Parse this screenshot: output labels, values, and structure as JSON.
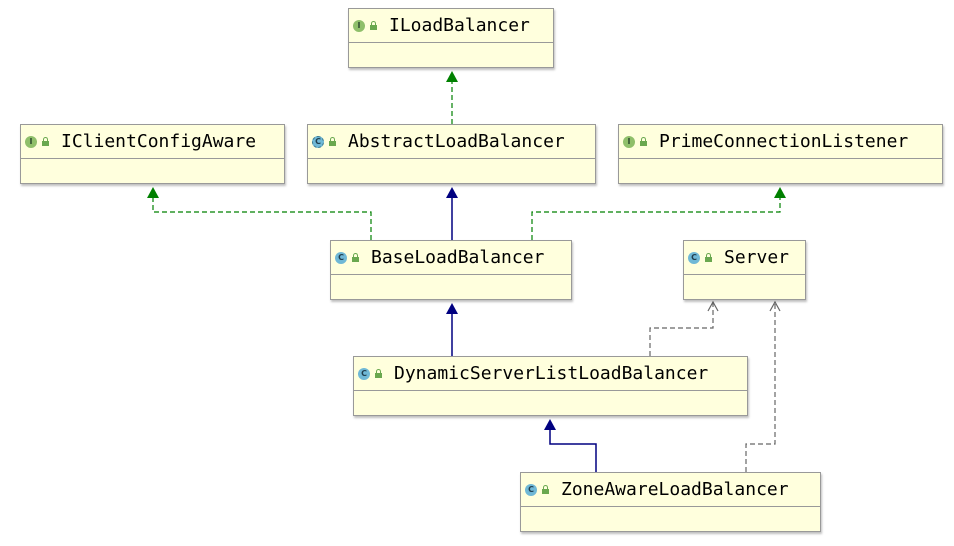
{
  "diagram": {
    "colors": {
      "extends": "#000080",
      "implements": "#008000",
      "dependency": "#666666",
      "node_fill": "#ffffdd"
    },
    "nodes": [
      {
        "id": "ILoadBalancer",
        "label": "ILoadBalancer",
        "kind": "interface",
        "kind_letter": "I"
      },
      {
        "id": "IClientConfigAware",
        "label": "IClientConfigAware",
        "kind": "interface",
        "kind_letter": "I"
      },
      {
        "id": "AbstractLoadBalancer",
        "label": "AbstractLoadBalancer",
        "kind": "abstract",
        "kind_letter": "C"
      },
      {
        "id": "PrimeConnectionListener",
        "label": "PrimeConnectionListener",
        "kind": "interface",
        "kind_letter": "I"
      },
      {
        "id": "BaseLoadBalancer",
        "label": "BaseLoadBalancer",
        "kind": "class",
        "kind_letter": "C"
      },
      {
        "id": "Server",
        "label": "Server",
        "kind": "class",
        "kind_letter": "C"
      },
      {
        "id": "DynamicServerListLoadBalancer",
        "label": "DynamicServerListLoadBalancer",
        "kind": "class",
        "kind_letter": "C"
      },
      {
        "id": "ZoneAwareLoadBalancer",
        "label": "ZoneAwareLoadBalancer",
        "kind": "class",
        "kind_letter": "C"
      }
    ],
    "edges": [
      {
        "from": "AbstractLoadBalancer",
        "to": "ILoadBalancer",
        "type": "implements"
      },
      {
        "from": "BaseLoadBalancer",
        "to": "AbstractLoadBalancer",
        "type": "extends"
      },
      {
        "from": "BaseLoadBalancer",
        "to": "IClientConfigAware",
        "type": "implements"
      },
      {
        "from": "BaseLoadBalancer",
        "to": "PrimeConnectionListener",
        "type": "implements"
      },
      {
        "from": "DynamicServerListLoadBalancer",
        "to": "BaseLoadBalancer",
        "type": "extends"
      },
      {
        "from": "DynamicServerListLoadBalancer",
        "to": "Server",
        "type": "dependency"
      },
      {
        "from": "ZoneAwareLoadBalancer",
        "to": "DynamicServerListLoadBalancer",
        "type": "extends"
      },
      {
        "from": "ZoneAwareLoadBalancer",
        "to": "Server",
        "type": "dependency"
      }
    ]
  }
}
